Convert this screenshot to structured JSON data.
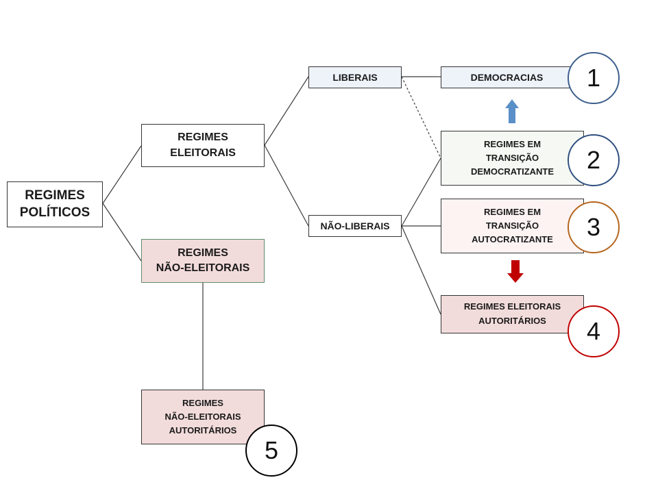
{
  "nodes": {
    "regimes_politicos": "REGIMES\nPOLÍTICOS",
    "regimes_eleitorais": "REGIMES\nELEITORAIS",
    "regimes_nao_eleitorais": "REGIMES\nNÃO-ELEITORAIS",
    "liberais": "LIBERAIS",
    "nao_liberais": "NÃO-LIBERAIS",
    "democracias": "DEMOCRACIAS",
    "transicao_democratizante": "REGIMES EM\nTRANSIÇÃO\nDEMOCRATIZANTE",
    "transicao_autocratizante": "REGIMES EM\nTRANSIÇÃO\nAUTOCRATIZANTE",
    "eleitorais_autoritarios": "REGIMES ELEITORAIS\nAUTORITÁRIOS",
    "nao_eleitorais_autoritarios": "REGIMES\nNÃO-ELEITORAIS\nAUTORITÁRIOS"
  },
  "markers": [
    "1",
    "2",
    "3",
    "4",
    "5"
  ],
  "colors": {
    "liberal_fill": "#eef3fa",
    "democratizing_fill": "#f6f9f3",
    "autocratizing_fill": "#fdf3f3",
    "authoritarian_fill": "#f2dcdb",
    "circle_1": "#3d5f8c",
    "circle_2": "#2f4f7f",
    "circle_3": "#b5651d",
    "circle_4": "#c00000",
    "circle_5": "#000000",
    "arrow_up": "#5b8fc7",
    "arrow_down": "#c00000"
  }
}
